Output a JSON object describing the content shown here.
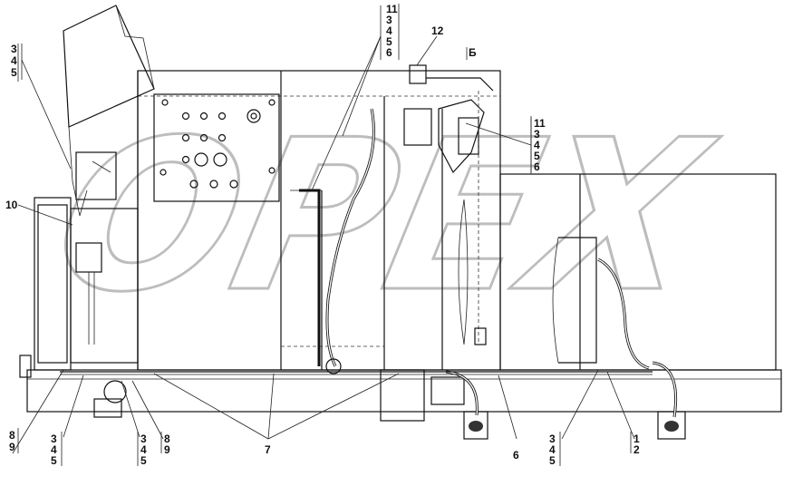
{
  "watermark": "ОРЕХ",
  "section_mark": "Б",
  "callouts": {
    "top_left": [
      "3",
      "4",
      "5"
    ],
    "top_mid": [
      "11",
      "3",
      "4",
      "5",
      "6"
    ],
    "item_12": "12",
    "right_mid": [
      "11",
      "3",
      "4",
      "5",
      "6"
    ],
    "item_10": "10",
    "bottom_8_9_left": [
      "8",
      "9"
    ],
    "bottom_345_a": [
      "3",
      "4",
      "5"
    ],
    "bottom_345_b": [
      "3",
      "4",
      "5"
    ],
    "bottom_8_9_right": [
      "8",
      "9"
    ],
    "item_7": "7",
    "item_6": "6",
    "bottom_345_c": [
      "3",
      "4",
      "5"
    ],
    "bottom_1_2": [
      "1",
      "2"
    ]
  }
}
